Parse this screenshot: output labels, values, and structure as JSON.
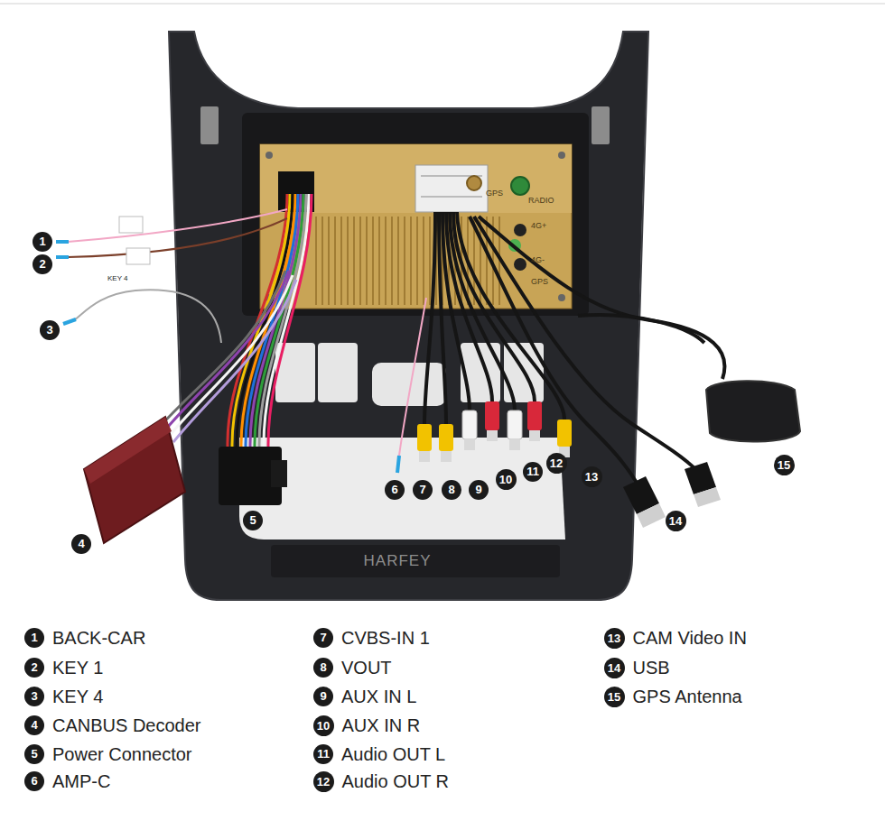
{
  "diagram": {
    "nodes": [
      {
        "text": [
          "1"
        ]
      },
      {
        "text": [
          "2"
        ]
      },
      {
        "text": [
          "3"
        ]
      },
      {
        "text": [
          "4"
        ]
      },
      {
        "text": [
          "5"
        ]
      },
      {
        "text": [
          "6"
        ]
      },
      {
        "text": [
          "7"
        ]
      },
      {
        "text": [
          "8"
        ]
      },
      {
        "text": [
          "9"
        ]
      },
      {
        "text": [
          "10"
        ]
      },
      {
        "text": [
          "11"
        ]
      },
      {
        "text": [
          "12"
        ]
      },
      {
        "text": [
          "13"
        ]
      },
      {
        "text": [
          "14"
        ]
      },
      {
        "text": [
          "15"
        ]
      },
      {
        "text": [
          "1",
          "BACK-CAR"
        ]
      },
      {
        "text": [
          "2",
          "KEY 1"
        ]
      },
      {
        "text": [
          "3",
          "KEY 4"
        ]
      },
      {
        "text": [
          "4",
          "CANBUS Decoder"
        ]
      },
      {
        "text": [
          "5",
          "Power Connector"
        ]
      },
      {
        "text": [
          "6",
          "AMP-C"
        ]
      },
      {
        "text": [
          "7",
          "CVBS-IN 1"
        ]
      },
      {
        "text": [
          "8",
          "VOUT"
        ]
      },
      {
        "text": [
          "9",
          "AUX IN L"
        ]
      },
      {
        "text": [
          "10",
          "AUX IN R"
        ]
      },
      {
        "text": [
          "11",
          "Audio OUT L"
        ]
      },
      {
        "text": [
          "12",
          "Audio OUT R"
        ]
      },
      {
        "text": [
          "13",
          "CAM Video IN"
        ]
      },
      {
        "text": [
          "14",
          "USB"
        ]
      },
      {
        "text": [
          "15",
          "GPS Antenna"
        ]
      }
    ],
    "labels": [
      "GPS",
      "RADIO",
      "4G+",
      "4G-",
      "GPS",
      "KEY 4",
      "HARFEY"
    ]
  }
}
